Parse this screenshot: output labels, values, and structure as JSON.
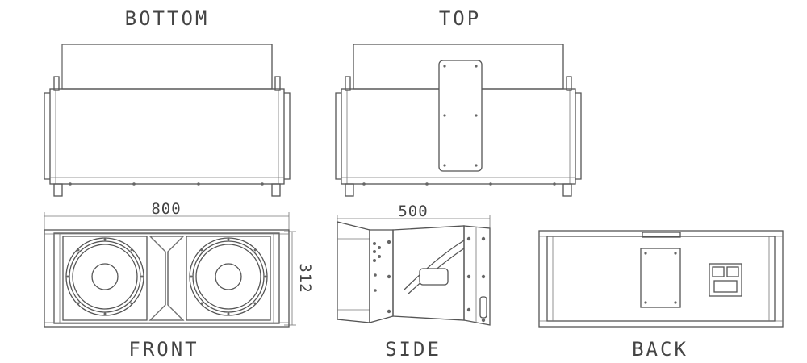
{
  "views": {
    "bottom_label": "BOTTOM",
    "top_label": "TOP",
    "front_label": "FRONT",
    "side_label": "SIDE",
    "back_label": "BACK"
  },
  "dimensions": {
    "width": "800",
    "depth": "500",
    "height": "312"
  }
}
